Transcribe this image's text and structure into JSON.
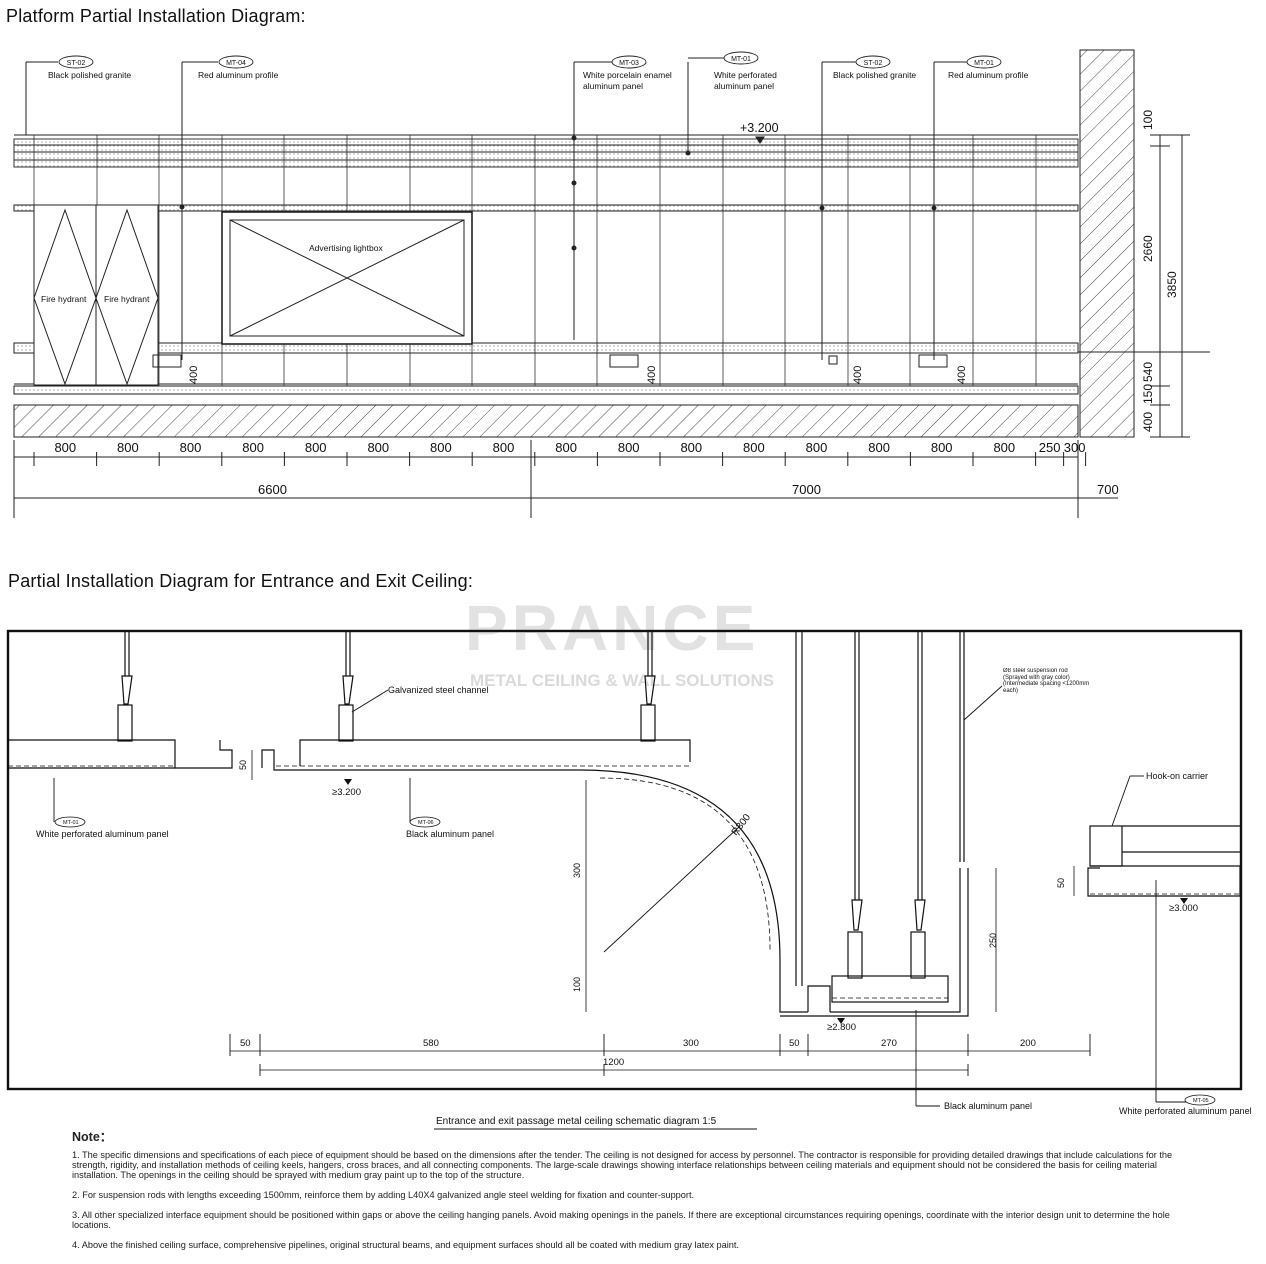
{
  "platform": {
    "title": "Platform Partial Installation Diagram:",
    "callouts": [
      {
        "code": "ST-02",
        "label": "Black polished granite"
      },
      {
        "code": "MT-04",
        "label": "Red aluminum profile"
      },
      {
        "code": "MT-03",
        "label": "White porcelain enamel aluminum panel"
      },
      {
        "code": "MT-01",
        "label": "White perforated aluminum panel"
      },
      {
        "code": "ST-02",
        "label": "Black polished granite"
      },
      {
        "code": "MT-01",
        "label": "Red aluminum profile"
      }
    ],
    "elevation": "+3.200",
    "fire_hydrant": "Fire hydrant",
    "lightbox": "Advertising lightbox",
    "dim_400": "400",
    "bottom_dims": [
      "800",
      "800",
      "800",
      "800",
      "800",
      "800",
      "800",
      "800",
      "800",
      "800",
      "800",
      "800",
      "800",
      "800",
      "800",
      "800",
      "250",
      "300"
    ],
    "total_dims": [
      "6600",
      "7000",
      "700"
    ],
    "right_dims": [
      "100",
      "2660",
      "540",
      "150",
      "400"
    ],
    "right_total": "3850"
  },
  "ceiling": {
    "title": "Partial Installation Diagram for Entrance and Exit Ceiling:",
    "watermark_brand": "PRANCE",
    "watermark_sub": "METAL CEILING & WALL SOLUTIONS",
    "labels": {
      "channel": "Galvanized steel channel",
      "rod": "Ø8 steel suspension rod (Sprayed with gray color) (Intermediate spacing <1200mm each)",
      "hook": "Hook-on carrier",
      "mt01_code": "MT-01",
      "mt01": "White perforated aluminum panel",
      "mt06_code": "MT-06",
      "mt06": "Black aluminum panel",
      "black_panel": "Black aluminum panel",
      "mt05_code": "MT-05",
      "mt05": "White perforated aluminum panel"
    },
    "levels": [
      "≥3.200",
      "≥2.800",
      "≥3.000"
    ],
    "radius": "R300",
    "dims_vertical": [
      "50",
      "300",
      "100",
      "250",
      "50"
    ],
    "dims_horizontal": [
      "50",
      "580",
      "300",
      "50",
      "270",
      "200"
    ],
    "dim_total": "1200",
    "caption": "Entrance and exit passage metal ceiling schematic diagram 1:5"
  },
  "notes": {
    "heading": "Note：",
    "items": [
      "1. The specific dimensions and specifications of each piece of equipment should be based on the dimensions after the tender. The ceiling is not designed for access by personnel. The contractor is responsible for providing detailed drawings that include calculations for the strength, rigidity, and installation methods of ceiling keels, hangers, cross braces, and all connecting components. The large-scale drawings showing interface relationships between ceiling materials and equipment should not be considered the basis for ceiling material installation. The openings in the ceiling should be sprayed with medium gray paint up to the top of the structure.",
      "2. For suspension rods with lengths exceeding 1500mm, reinforce them by adding L40X4 galvanized angle steel welding for fixation and counter-support.",
      "3. All other specialized interface equipment should be positioned within gaps or above the ceiling hanging panels. Avoid making openings in the panels. If there are exceptional circumstances requiring openings, coordinate with the interior design unit to determine the hole locations.",
      "4. Above the finished ceiling surface, comprehensive pipelines, original structural beams, and equipment surfaces should all be coated with medium gray latex paint."
    ]
  }
}
